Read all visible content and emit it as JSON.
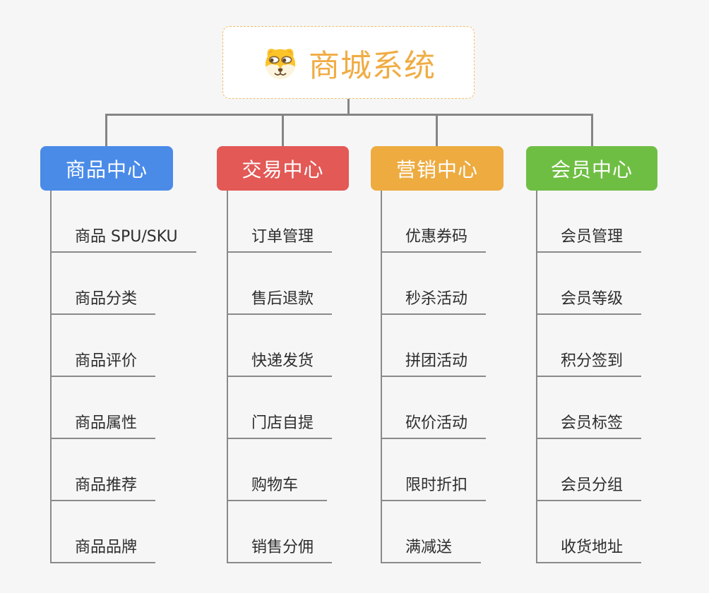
{
  "root": {
    "title": "商城系统",
    "icon": "dog-face-icon"
  },
  "branches": [
    {
      "label": "商品中心",
      "color": "#4a8be8",
      "items": [
        "商品 SPU/SKU",
        "商品分类",
        "商品评价",
        "商品属性",
        "商品推荐",
        "商品品牌"
      ]
    },
    {
      "label": "交易中心",
      "color": "#e25956",
      "items": [
        "订单管理",
        "售后退款",
        "快递发货",
        "门店自提",
        "购物车",
        "销售分佣"
      ]
    },
    {
      "label": "营销中心",
      "color": "#edab40",
      "items": [
        "优惠券码",
        "秒杀活动",
        "拼团活动",
        "砍价活动",
        "限时折扣",
        "满减送"
      ]
    },
    {
      "label": "会员中心",
      "color": "#6fbe44",
      "items": [
        "会员管理",
        "会员等级",
        "积分签到",
        "会员标签",
        "会员分组",
        "收货地址"
      ]
    }
  ],
  "colors": {
    "background": "#f6f6f6",
    "connector": "#858585",
    "item_line": "#8a8a8a",
    "root_text": "#f0ac44",
    "root_border": "#f0bd6a",
    "item_text": "#2d2d2d",
    "branch_text": "#ffffff"
  }
}
